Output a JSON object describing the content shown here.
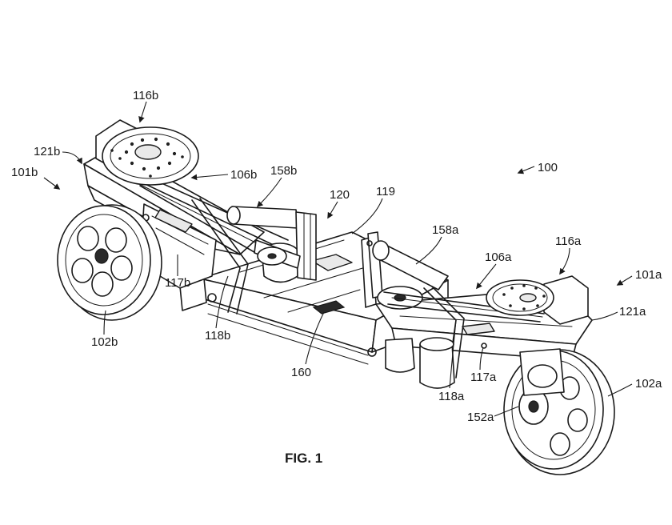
{
  "figure": {
    "caption": "FIG. 1"
  },
  "reference_labels": {
    "device": "100",
    "end_a": "101a",
    "end_b": "101b",
    "wheel_a": "102a",
    "wheel_b": "102b",
    "belt_a": "106a",
    "belt_b": "106b",
    "platform_a": "116a",
    "platform_b": "116b",
    "arm_a": "117a",
    "arm_b": "117b",
    "link_a": "118a",
    "link_b": "118b",
    "frame_top": "119",
    "frame": "120",
    "housing_a": "121a",
    "housing_b": "121b",
    "axle_a": "152a",
    "actuator_a": "158a",
    "actuator_b": "158b",
    "controller": "160"
  }
}
